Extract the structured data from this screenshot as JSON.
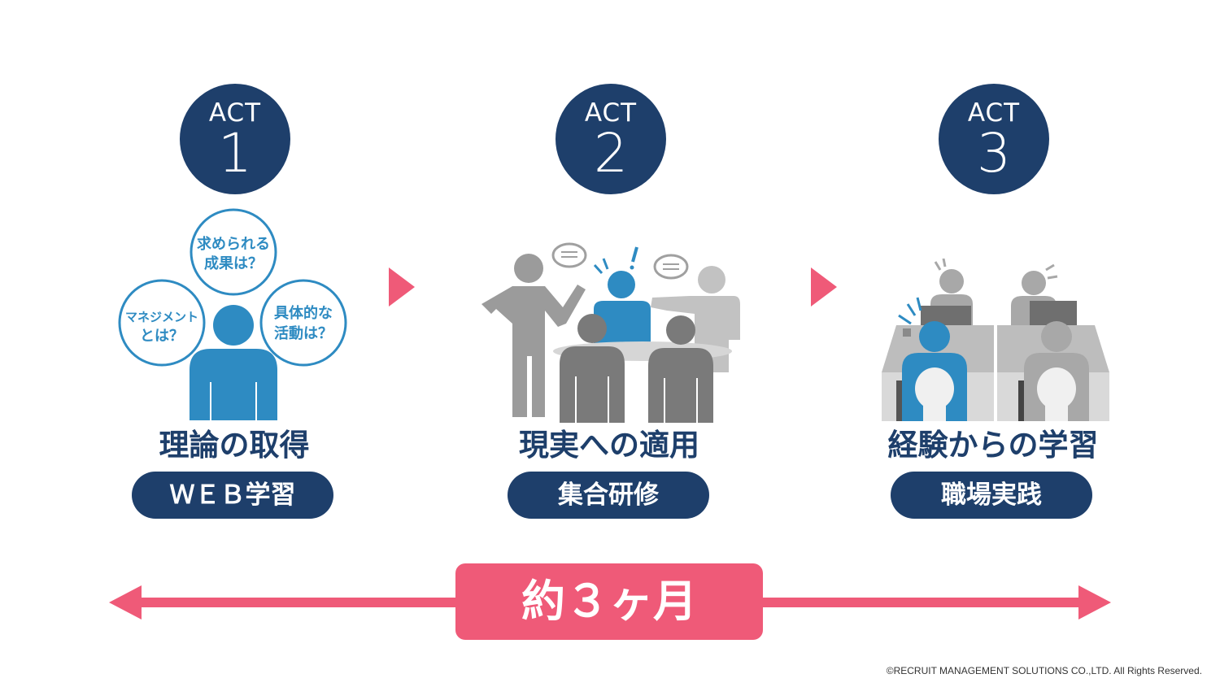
{
  "acts": [
    {
      "word": "ACT",
      "number": "1",
      "title": "理論の取得",
      "pill": "ＷＥＢ学習"
    },
    {
      "word": "ACT",
      "number": "2",
      "title": "現実への適用",
      "pill": "集合研修"
    },
    {
      "word": "ACT",
      "number": "3",
      "title": "経験からの学習",
      "pill": "職場実践"
    }
  ],
  "bubbles": {
    "top": [
      "求められる",
      "成果は？"
    ],
    "left": [
      "マネジメント",
      "とは？"
    ],
    "right": [
      "具体的な",
      "活動は？"
    ]
  },
  "duration": "約３ヶ月",
  "copyright": "©RECRUIT MANAGEMENT SOLUTIONS CO.,LTD. All Rights Reserved.",
  "colors": {
    "navy": "#1e3f6b",
    "pink": "#ef5a78",
    "blue": "#2e8bc2",
    "gray": "#9b9b9b"
  }
}
